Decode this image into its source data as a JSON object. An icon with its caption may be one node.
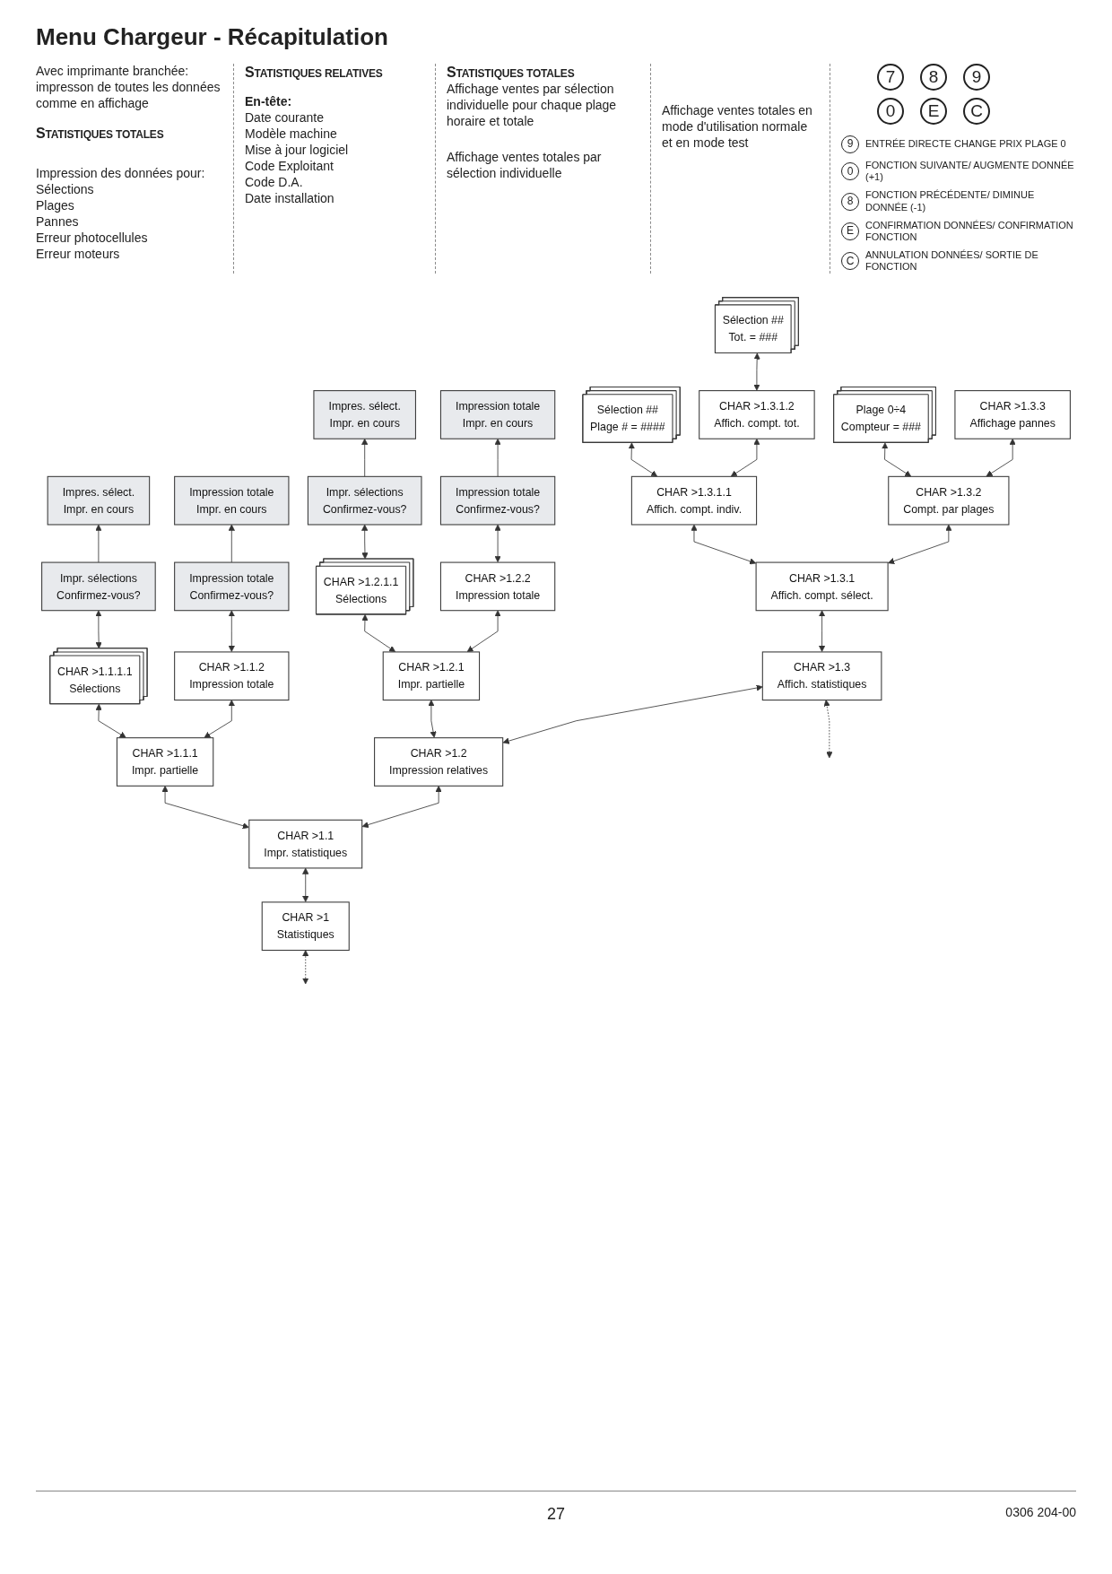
{
  "diagram": {
    "title": "Menu Chargeur - Récapitulation",
    "nodes": [
      {
        "text": [
          "CHAR >1",
          "Statistiques"
        ]
      },
      {
        "text": [
          "CHAR >1.1",
          "Impr. statistiques"
        ]
      },
      {
        "text": [
          "CHAR >1.1.1",
          "Impr. partielle"
        ]
      },
      {
        "text": [
          "CHAR >1.1.1.1",
          "Sélections"
        ]
      },
      {
        "text": [
          "Impr. sélections",
          "Confirmez-vous?"
        ]
      },
      {
        "text": [
          "Impres. sélect.",
          "Impr. en cours"
        ]
      },
      {
        "text": [
          "CHAR >1.1.2",
          "Impression totale"
        ]
      },
      {
        "text": [
          "Impression totale",
          "Confirmez-vous?"
        ]
      },
      {
        "text": [
          "Impression totale",
          "Impr. en cours"
        ]
      },
      {
        "text": [
          "CHAR >1.2",
          "Impression relatives"
        ]
      },
      {
        "text": [
          "CHAR >1.2.1",
          "Impr. partielle"
        ]
      },
      {
        "text": [
          "CHAR >1.2.1.1",
          "Sélections"
        ]
      },
      {
        "text": [
          "Impr. sélections",
          "Confirmez-vous?"
        ]
      },
      {
        "text": [
          "Impres. sélect.",
          "Impr. en cours"
        ]
      },
      {
        "text": [
          "CHAR >1.2.2",
          "Impression totale"
        ]
      },
      {
        "text": [
          "Impression totale",
          "Confirmez-vous?"
        ]
      },
      {
        "text": [
          "Impression totale",
          "Impr. en cours"
        ]
      },
      {
        "text": [
          "CHAR >1.3",
          "Affich. statistiques"
        ]
      },
      {
        "text": [
          "CHAR >1.3.1",
          "Affich. compt. sélect."
        ]
      },
      {
        "text": [
          "CHAR >1.3.1.1",
          "Affich. compt. indiv."
        ]
      },
      {
        "text": [
          "Sélection ##",
          "Plage # = ####"
        ]
      },
      {
        "text": [
          "CHAR >1.3.1.2",
          "Affich. compt. tot."
        ]
      },
      {
        "text": [
          "Sélection ##",
          "Tot. = ###"
        ]
      },
      {
        "text": [
          "CHAR >1.3.2",
          "Compt. par plages"
        ]
      },
      {
        "text": [
          "Plage 0÷4",
          "Compteur = ###"
        ]
      },
      {
        "text": [
          "CHAR >1.3.3",
          "Affichage pannes"
        ]
      }
    ],
    "edges": [
      {
        "from": 0,
        "to": 1,
        "arrow": "both"
      },
      {
        "from": 1,
        "to": 2,
        "arrow": "both"
      },
      {
        "from": 2,
        "to": 3,
        "arrow": "both"
      },
      {
        "from": 3,
        "to": 4,
        "arrow": "both"
      },
      {
        "from": 4,
        "to": 5,
        "arrow": "to"
      },
      {
        "from": 2,
        "to": 6,
        "arrow": "both"
      },
      {
        "from": 6,
        "to": 7,
        "arrow": "both"
      },
      {
        "from": 7,
        "to": 8,
        "arrow": "to"
      },
      {
        "from": 1,
        "to": 9,
        "arrow": "both"
      },
      {
        "from": 9,
        "to": 10,
        "arrow": "both"
      },
      {
        "from": 10,
        "to": 11,
        "arrow": "both"
      },
      {
        "from": 11,
        "to": 12,
        "arrow": "both"
      },
      {
        "from": 12,
        "to": 13,
        "arrow": "to"
      },
      {
        "from": 10,
        "to": 14,
        "arrow": "both"
      },
      {
        "from": 14,
        "to": 15,
        "arrow": "both"
      },
      {
        "from": 15,
        "to": 16,
        "arrow": "to"
      },
      {
        "from": 9,
        "to": 17,
        "arrow": "both"
      },
      {
        "from": 17,
        "to": 18,
        "arrow": "both"
      },
      {
        "from": 18,
        "to": 19,
        "arrow": "both"
      },
      {
        "from": 19,
        "to": 20,
        "arrow": "both"
      },
      {
        "from": 19,
        "to": 21,
        "arrow": "both"
      },
      {
        "from": 21,
        "to": 22,
        "arrow": "both"
      },
      {
        "from": 18,
        "to": 23,
        "arrow": "both"
      },
      {
        "from": 23,
        "to": 24,
        "arrow": "both"
      },
      {
        "from": 23,
        "to": 25,
        "arrow": "both"
      },
      {
        "from": 0,
        "to": null,
        "arrow": "both",
        "style": "dashed"
      },
      {
        "from": 17,
        "to": null,
        "arrow": "both",
        "style": "dashed"
      }
    ],
    "labels": [
      "Avec imprimante branchée: impresson de toutes les données comme en affichage",
      "STATISTIQUES TOTALES",
      "Impression des données pour:",
      "Sélections",
      "Plages",
      "Pannes",
      "Erreur photocellules",
      "Erreur moteurs",
      "STATISTIQUES RELATIVES",
      "En-tête:",
      "Date courante",
      "Modèle machine",
      "Mise à jour logiciel",
      "Code Exploitant",
      "Code D.A.",
      "Date installation",
      "STATISTIQUES TOTALES",
      "Affichage ventes par sélection individuelle pour chaque plage horaire et totale",
      "Affichage ventes totales par sélection individuelle",
      "Affichage ventes totales en mode d'utilisation normale et en mode test",
      "7",
      "8",
      "9",
      "0",
      "E",
      "C",
      "9",
      "0",
      "8",
      "E",
      "C",
      "27",
      "0306 204-00"
    ],
    "legend": [
      {
        "text": "ENTRÉE DIRECTE CHANGE PRIX PLAGE 0"
      },
      {
        "text": "FONCTION SUIVANTE/ AUGMENTE DONNÉE (+1)"
      },
      {
        "text": "FONCTION PRÉCÉDENTE/ DIMINUE DONNÉE (-1)"
      },
      {
        "text": "CONFIRMATION DONNÉES/ CONFIRMATION FONCTION"
      },
      {
        "text": "ANNULATION DONNÉES/ SORTIE DE FONCTION"
      }
    ]
  }
}
